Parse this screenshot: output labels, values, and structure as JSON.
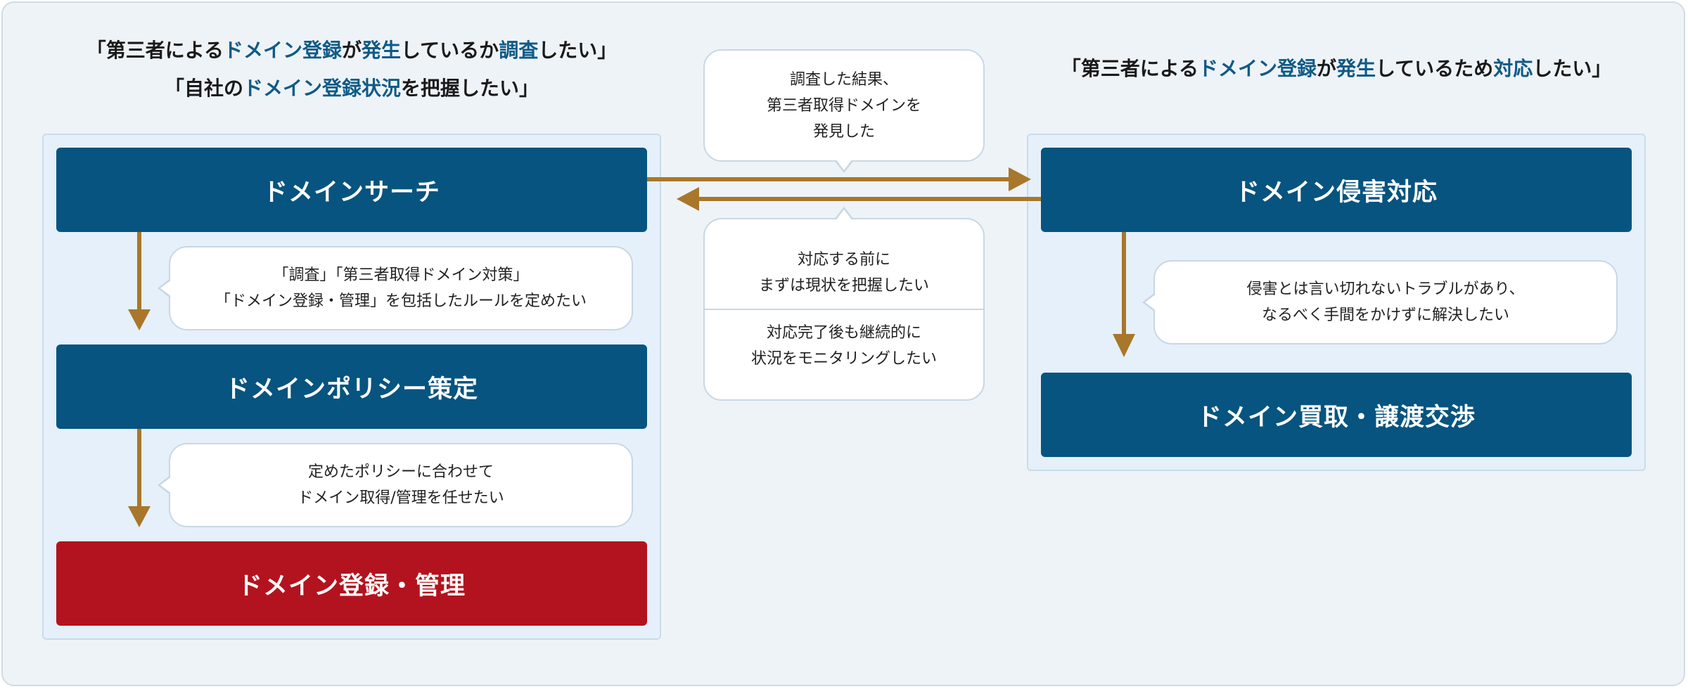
{
  "colors": {
    "accent_blue": "#06547f",
    "accent_red": "#b3131e",
    "arrow": "#a8772b",
    "highlight_text": "#0f5a86"
  },
  "left": {
    "heading_line1": {
      "p1": "「第三者による",
      "p2": "ドメイン登録",
      "p3": "が",
      "p4": "発生",
      "p5": "している",
      "p6": "か",
      "p7": "調査",
      "p8": "したい」"
    },
    "heading_line2": {
      "p1": "「自社の",
      "p2": "ドメイン登録状況",
      "p3": "を把握したい」"
    },
    "boxes": {
      "search": "ドメインサーチ",
      "policy": "ドメインポリシー策定",
      "registration": "ドメイン登録・管理"
    },
    "bubbles": {
      "policy_reason": [
        "「調査」「第三者取得ドメイン対策」",
        "「ドメイン登録・管理」を包括したルールを定めたい"
      ],
      "registration_reason": [
        "定めたポリシーに合わせて",
        "ドメイン取得/管理を任せたい"
      ]
    }
  },
  "middle": {
    "top_bubble": [
      "調査した結果、",
      "第三者取得ドメインを",
      "発見した"
    ],
    "bottom_bubble_a": [
      "対応する前に",
      "まずは現状を把握したい"
    ],
    "bottom_bubble_b": [
      "対応完了後も継続的に",
      "状況をモニタリングしたい"
    ]
  },
  "right": {
    "heading": {
      "p1": "「第三者による",
      "p2": "ドメイン登録",
      "p3": "が",
      "p4": "発生",
      "p5": "している",
      "p6": "ため",
      "p7": "対応",
      "p8": "したい」"
    },
    "boxes": {
      "infringement": "ドメイン侵害対応",
      "purchase": "ドメイン買取・譲渡交渉"
    },
    "bubbles": {
      "purchase_reason": [
        "侵害とは言い切れないトラブルがあり、",
        "なるべく手間をかけずに解決したい"
      ]
    }
  }
}
